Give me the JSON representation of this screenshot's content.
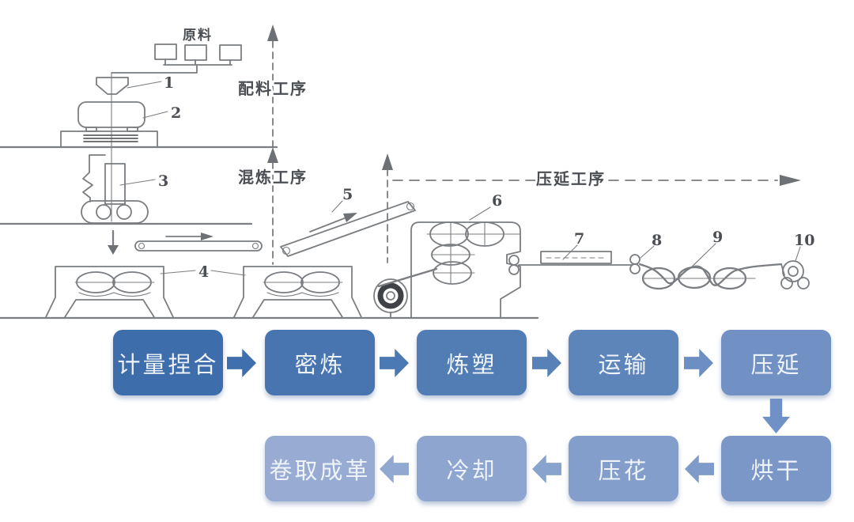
{
  "background": "#ffffff",
  "drawing": {
    "stroke_color": "#7a7d81",
    "text_color": "#4b4e53",
    "labels": {
      "raw_material": "原料",
      "batching_process": "配料工序",
      "kneading_process": "混炼工序",
      "calendering_process": "压延工序"
    },
    "parts": {
      "p1": "1",
      "p2": "2",
      "p3": "3",
      "p4": "4",
      "p5": "5",
      "p6": "6",
      "p7": "7",
      "p8": "8",
      "p9": "9",
      "p10": "10"
    }
  },
  "flow": {
    "text_color": "#eef3fa",
    "row1": [
      {
        "label": "计量捏合",
        "color": "#3e6dab"
      },
      {
        "label": "密炼",
        "color": "#4874b0"
      },
      {
        "label": "炼塑",
        "color": "#527cb4"
      },
      {
        "label": "运输",
        "color": "#5d85ba"
      },
      {
        "label": "压延",
        "color": "#7191c4"
      }
    ],
    "row1_arrows": [
      {
        "color": "#3f70ad"
      },
      {
        "color": "#4b79b3"
      },
      {
        "color": "#5881b8"
      },
      {
        "color": "#6c8ec3"
      }
    ],
    "down_arrow": {
      "color": "#6f91c6"
    },
    "row2": [
      {
        "label": "烘干",
        "color": "#7b97c8"
      },
      {
        "label": "压花",
        "color": "#849ecb"
      },
      {
        "label": "冷却",
        "color": "#8ea5cf"
      },
      {
        "label": "卷取成革",
        "color": "#98abd3"
      }
    ],
    "row2_arrows": [
      {
        "color": "#7e9bc9"
      },
      {
        "color": "#88a3cd"
      },
      {
        "color": "#91a9d1"
      }
    ]
  }
}
